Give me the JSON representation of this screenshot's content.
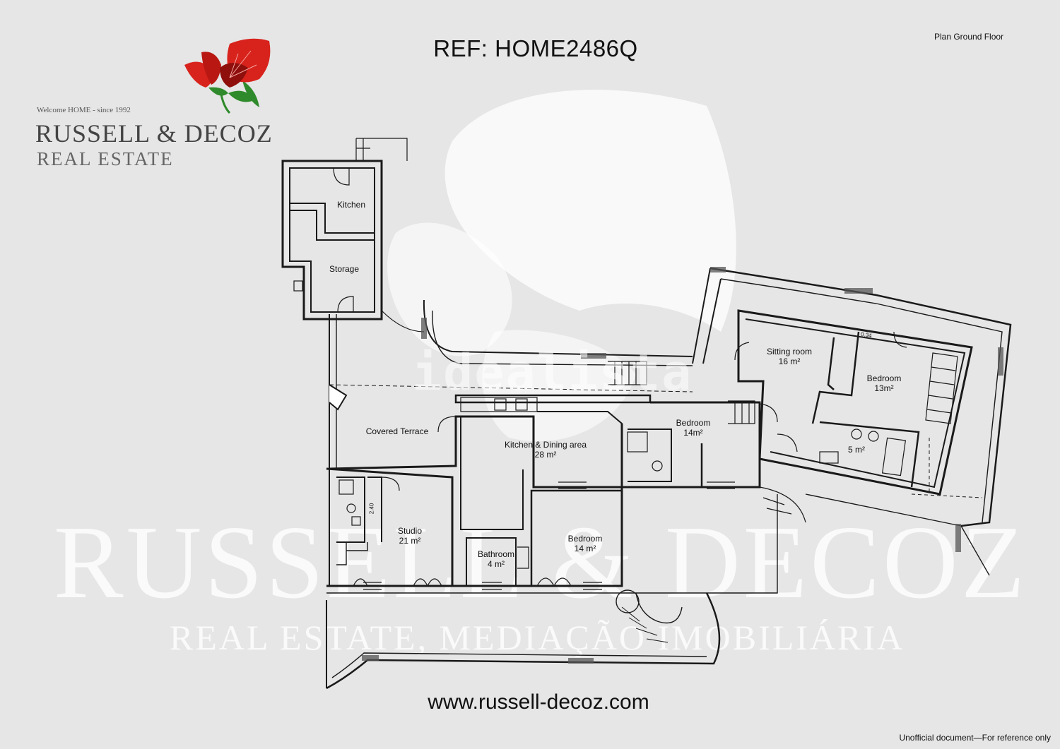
{
  "header": {
    "reference": "REF: HOME2486Q",
    "plan_title": "Plan Ground Floor"
  },
  "logo": {
    "tagline": "Welcome HOME - since 1992",
    "name": "RUSSELL & DECOZ",
    "subtitle": "REAL ESTATE",
    "flower_colors": {
      "petal": "#d8231c",
      "petal_dark": "#8e0f0c",
      "leaf": "#2f8a2b"
    }
  },
  "watermarks": {
    "brand": "RUSSELL & DECOZ",
    "brand_sub": "REAL ESTATE, MEDIAÇÃO IMOBILIÁRIA",
    "portal": "idealista"
  },
  "rooms": {
    "kitchen_annex": {
      "name": "Kitchen"
    },
    "storage": {
      "name": "Storage"
    },
    "covered_terrace": {
      "name": "Covered Terrace"
    },
    "kitchen_dining": {
      "name": "Kitchen & Dining area",
      "area": "28 m²"
    },
    "studio": {
      "name": "Studio",
      "area": "21 m²"
    },
    "bathroom": {
      "name": "Bathroom",
      "area": "4 m²"
    },
    "bedroom_south": {
      "name": "Bedroom",
      "area": "14 m²"
    },
    "bedroom_middle": {
      "name": "Bedroom",
      "area": "14m²"
    },
    "sitting_room": {
      "name": "Sitting room",
      "area": "16 m²"
    },
    "bedroom_east": {
      "name": "Bedroom",
      "area": "13m²"
    },
    "bath_east": {
      "area": "5 m²"
    }
  },
  "dimension_marks": {
    "shower": "2.40",
    "door": "0.34"
  },
  "footer": {
    "website": "www.russell-decoz.com",
    "disclaimer": "Unofficial document—For reference only"
  }
}
